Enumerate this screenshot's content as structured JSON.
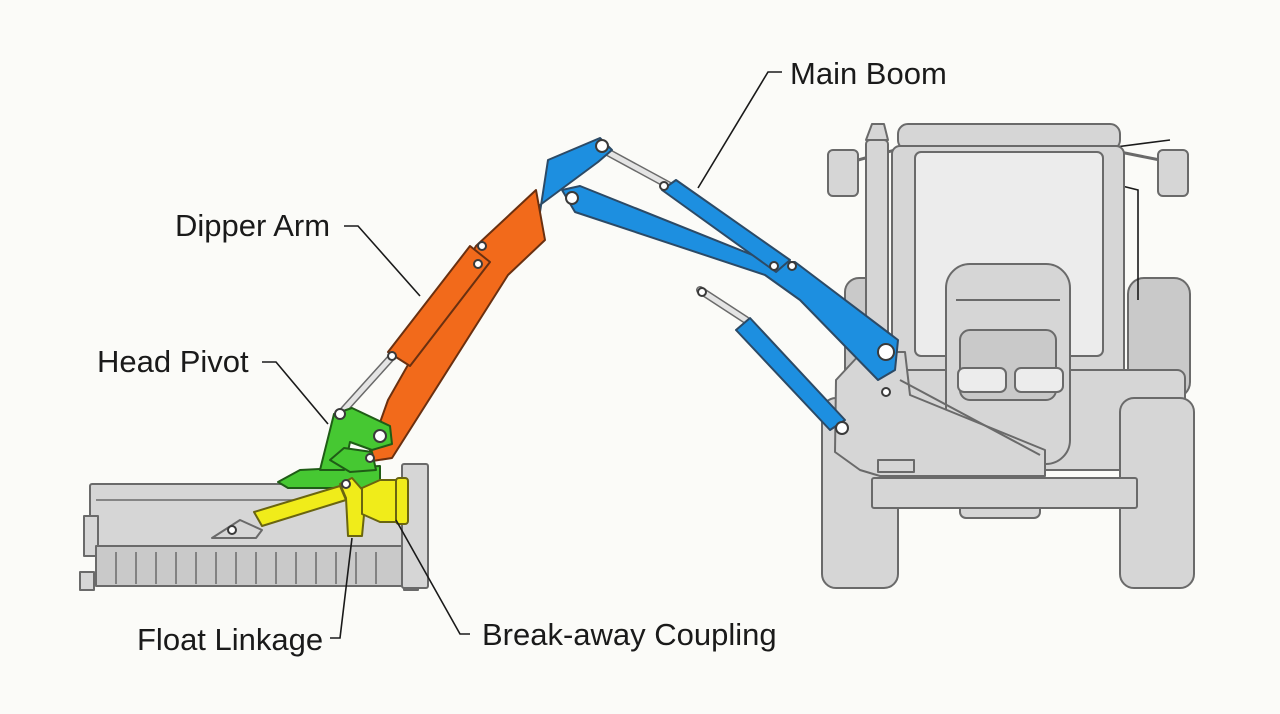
{
  "labels": {
    "main_boom": "Main Boom",
    "dipper_arm": "Dipper Arm",
    "head_pivot": "Head Pivot",
    "float_linkage": "Float Linkage",
    "breakaway_coupling": "Break-away Coupling"
  },
  "colors": {
    "main_boom": "#1d8fe0",
    "dipper_arm": "#f26a1b",
    "head_pivot": "#46c832",
    "float_linkage": "#f0ec1a",
    "machine_body": "#d6d6d6",
    "outline": "#6a6a6a"
  }
}
